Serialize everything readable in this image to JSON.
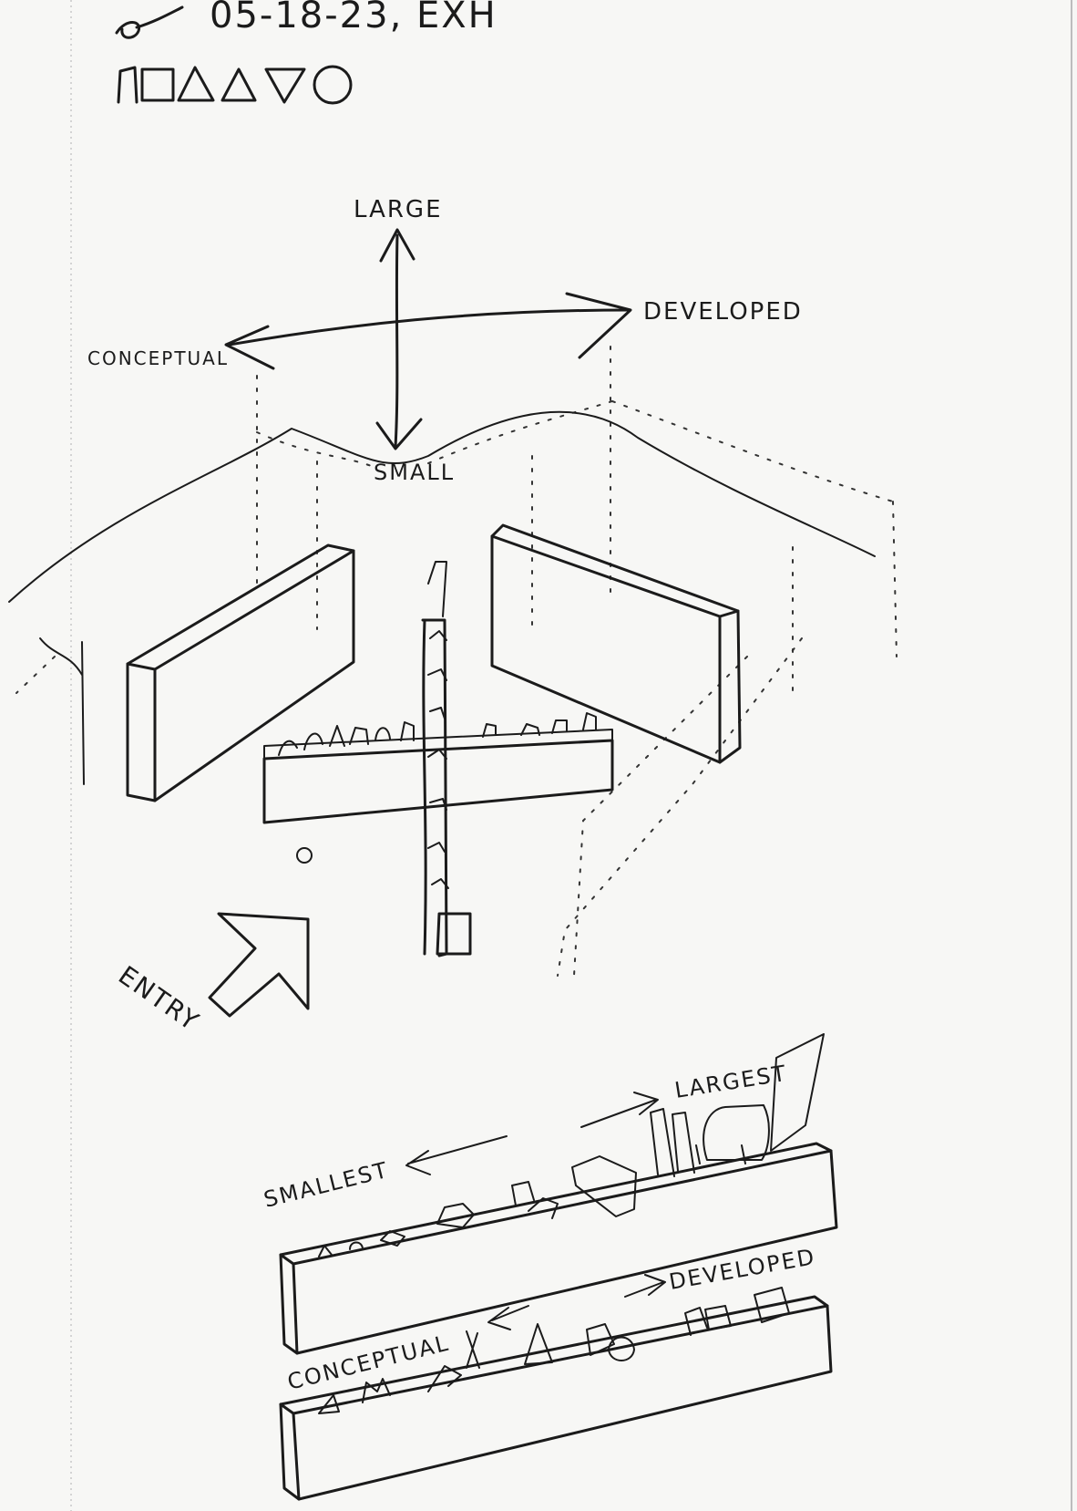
{
  "header": {
    "date_line": "05-18-23, EXH"
  },
  "axes": {
    "up": "LARGE",
    "down": "SMALL",
    "left": "CONCEPTUAL",
    "right": "DEVELOPED"
  },
  "entry_label": "ENTRY",
  "size_shelf": {
    "left_label": "SMALLEST",
    "right_label": "LARGEST"
  },
  "development_shelf": {
    "left_label": "CONCEPTUAL",
    "right_label": "DEVELOPED"
  }
}
